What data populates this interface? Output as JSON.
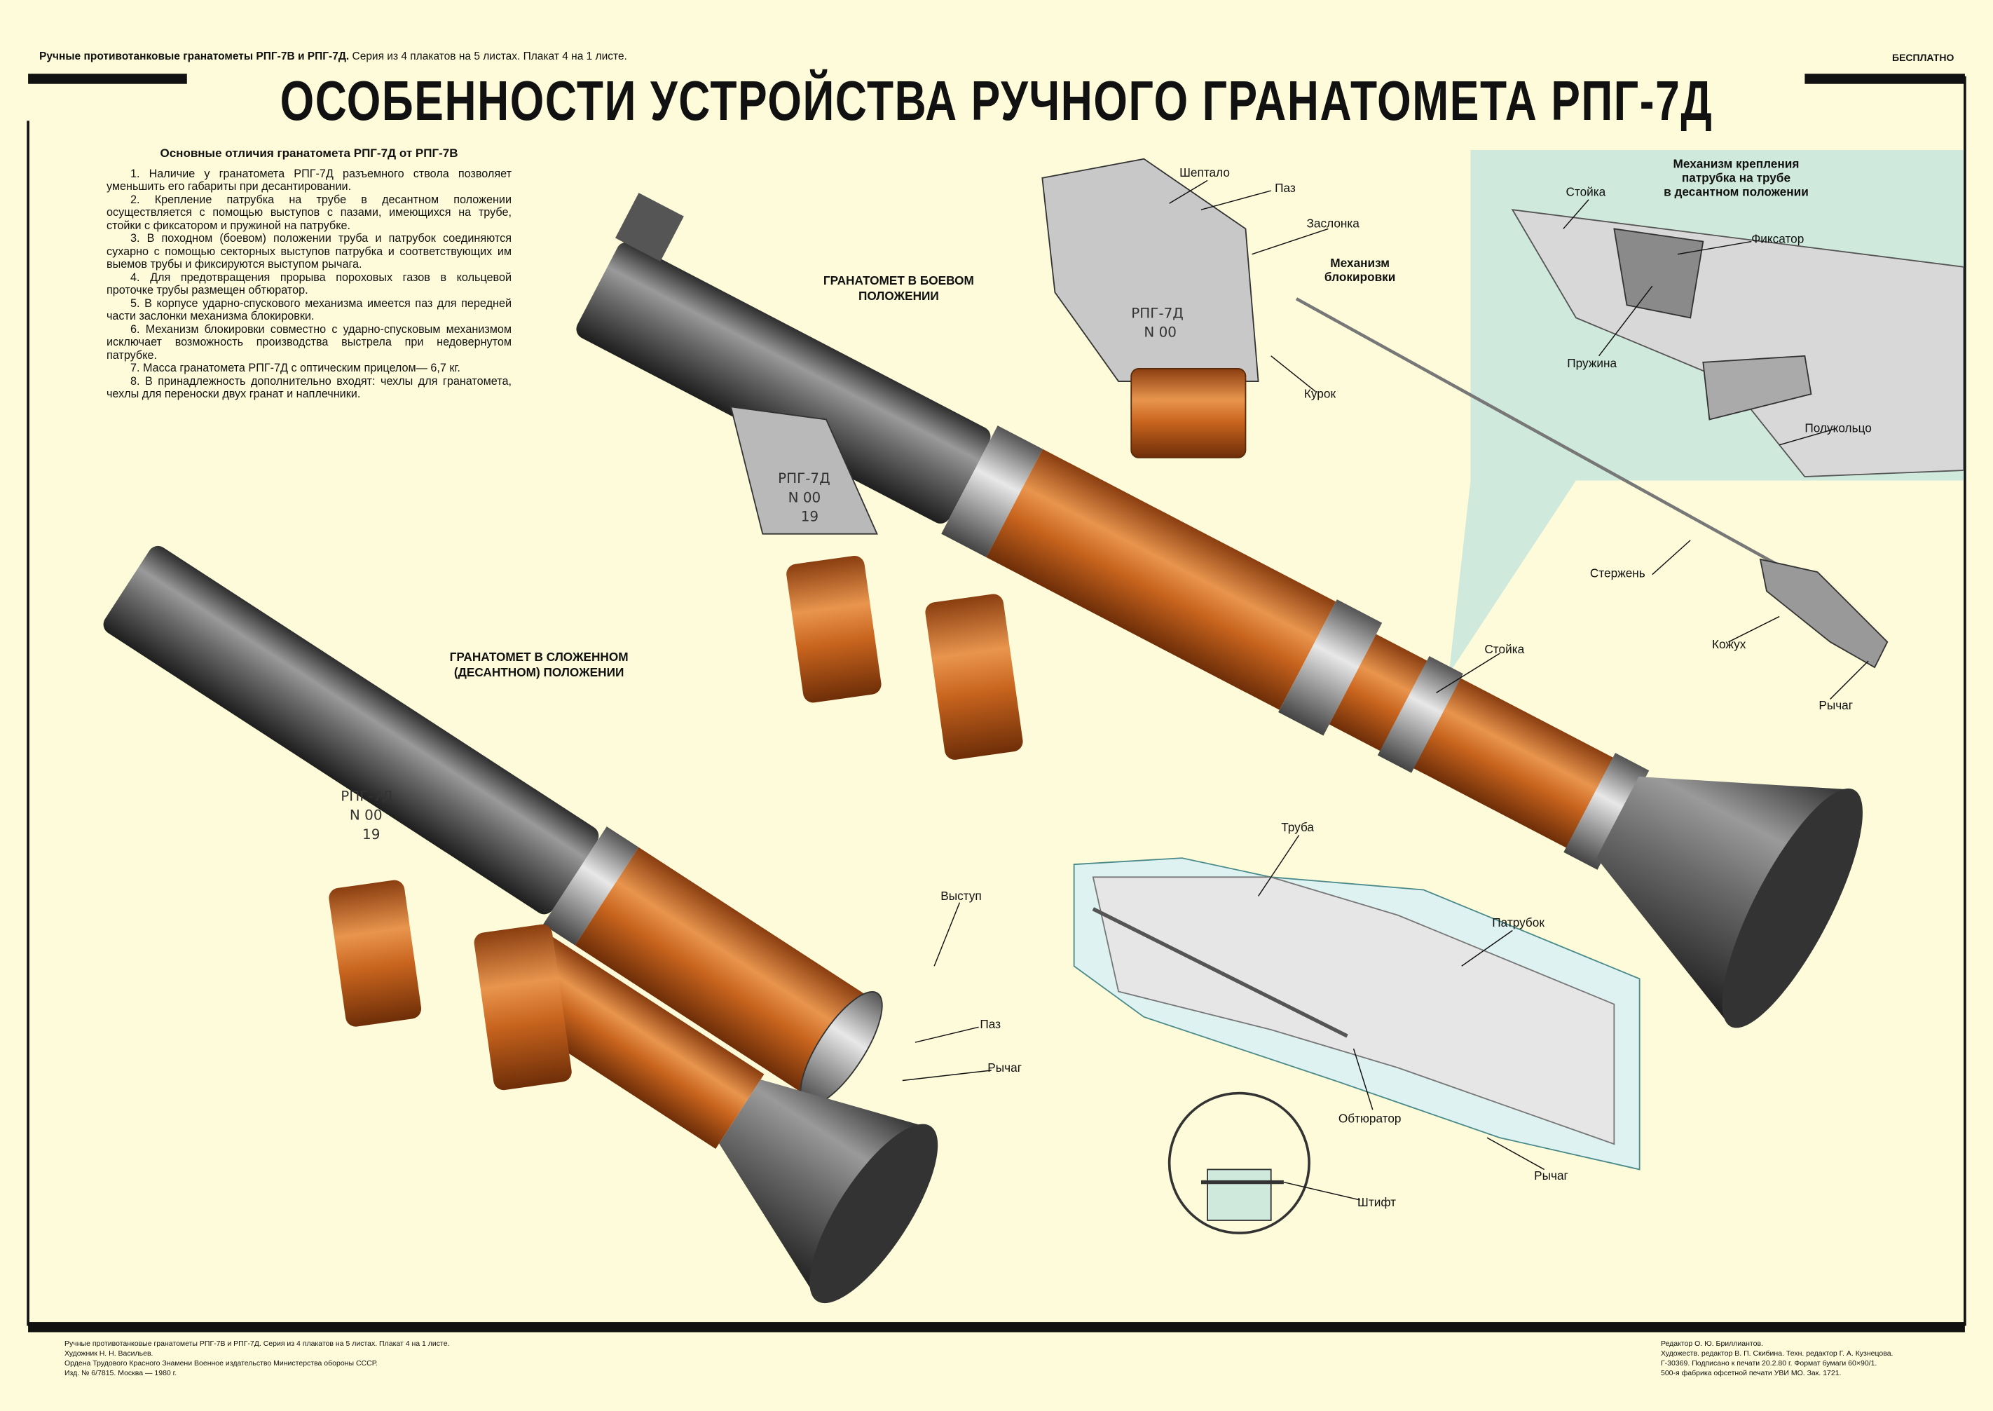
{
  "header": {
    "series_bold": "Ручные противотанковые гранатометы РПГ-7В и РПГ-7Д.",
    "series_rest": "Серия из 4 плакатов на 5 листах. Плакат 4 на 1 листе.",
    "free_label": "БЕСПЛАТНО",
    "title": "ОСОБЕННОСТИ УСТРОЙСТВА РУЧНОГО ГРАНАТОМЕТА РПГ-7Д"
  },
  "differences": {
    "heading": "Основные отличия гранатомета РПГ-7Д от РПГ-7В",
    "items": [
      "1. Наличие у гранатомета РПГ-7Д разъемного ствола позволяет уменьшить его габариты при десантировании.",
      "2. Крепление патрубка на трубе в десантном положении осуществляется с помощью выступов с пазами, имеющихся на трубе, стойки с фиксатором и пружиной на патрубке.",
      "3. В походном (боевом) положении труба и патрубок соединяются сухарно с помощью секторных выступов патрубка и соответствующих им выемов трубы и фиксируются выступом рычага.",
      "4. Для предотвращения прорыва пороховых газов в кольцевой проточке трубы размещен обтюратор.",
      "5. В корпусе ударно-спускового механизма имеется паз для передней части заслонки механизма блокировки.",
      "6. Механизм блокировки совместно с ударно-спусковым механизмом исключает возможность производства выстрела при недовернутом патрубке.",
      "7. Масса гранатомета РПГ-7Д с оптическим прицелом— 6,7 кг.",
      "8. В принадлежность дополнительно входят: чехлы для гранатомета, чехлы для переноски двух гранат и наплечники."
    ]
  },
  "captions": {
    "combat": [
      "ГРАНАТОМЕТ В БОЕВОМ",
      "ПОЛОЖЕНИИ"
    ],
    "folded": [
      "ГРАНАТОМЕТ В СЛОЖЕННОМ",
      "(ДЕСАНТНОМ) ПОЛОЖЕНИИ"
    ],
    "inset": [
      "Механизм крепления",
      "патрубка на трубе",
      "в десантном положении"
    ],
    "lock": [
      "Механизм",
      "блокировки"
    ]
  },
  "labels": {
    "sheptalo": "Шептало",
    "paz_top": "Паз",
    "zaslonka": "Заслонка",
    "kurok": "Курок",
    "stoyka_inset": "Стойка",
    "fiksator": "Фиксатор",
    "pruzhina": "Пружина",
    "polukoltso": "Полукольцо",
    "sterzhen": "Стержень",
    "kozhukh": "Кожух",
    "rychag_right": "Рычаг",
    "stoyka": "Стойка",
    "vystup": "Выступ",
    "paz_bottom": "Паз",
    "rychag_folded": "Рычаг",
    "truba": "Труба",
    "patrubok": "Патрубок",
    "obturator": "Обтюратор",
    "rychag_cut": "Рычаг",
    "shtift": "Штифт"
  },
  "markings": {
    "model": "РПГ-7Д",
    "number": "N 00",
    "year": "19"
  },
  "footer": {
    "left": [
      "Ручные противотанковые гранатометы РПГ-7В и РПГ-7Д. Серия из 4 плакатов на 5 листах. Плакат 4 на 1 листе.",
      "Художник Н. Н. Васильев.",
      "Ордена Трудового Красного Знамени Военное издательство Министерства обороны СССР.",
      "Изд. № 6/7815. Москва — 1980 г."
    ],
    "right": [
      "Редактор О. Ю. Бриллиантов.",
      "Художеств. редактор В. П. Скибина. Техн. редактор Г. А. Кузнецова.",
      "Г-30369. Подписано к печати 20.2.80 г. Формат бумаги 60×90/1.",
      "500-я фабрика офсетной печати УВИ МО. Зак. 1721."
    ]
  },
  "colors": {
    "paper": "#fdfbd9",
    "wood": "#c8641e",
    "steel": "#5a5a5a",
    "inset": "#cfe9dd"
  }
}
